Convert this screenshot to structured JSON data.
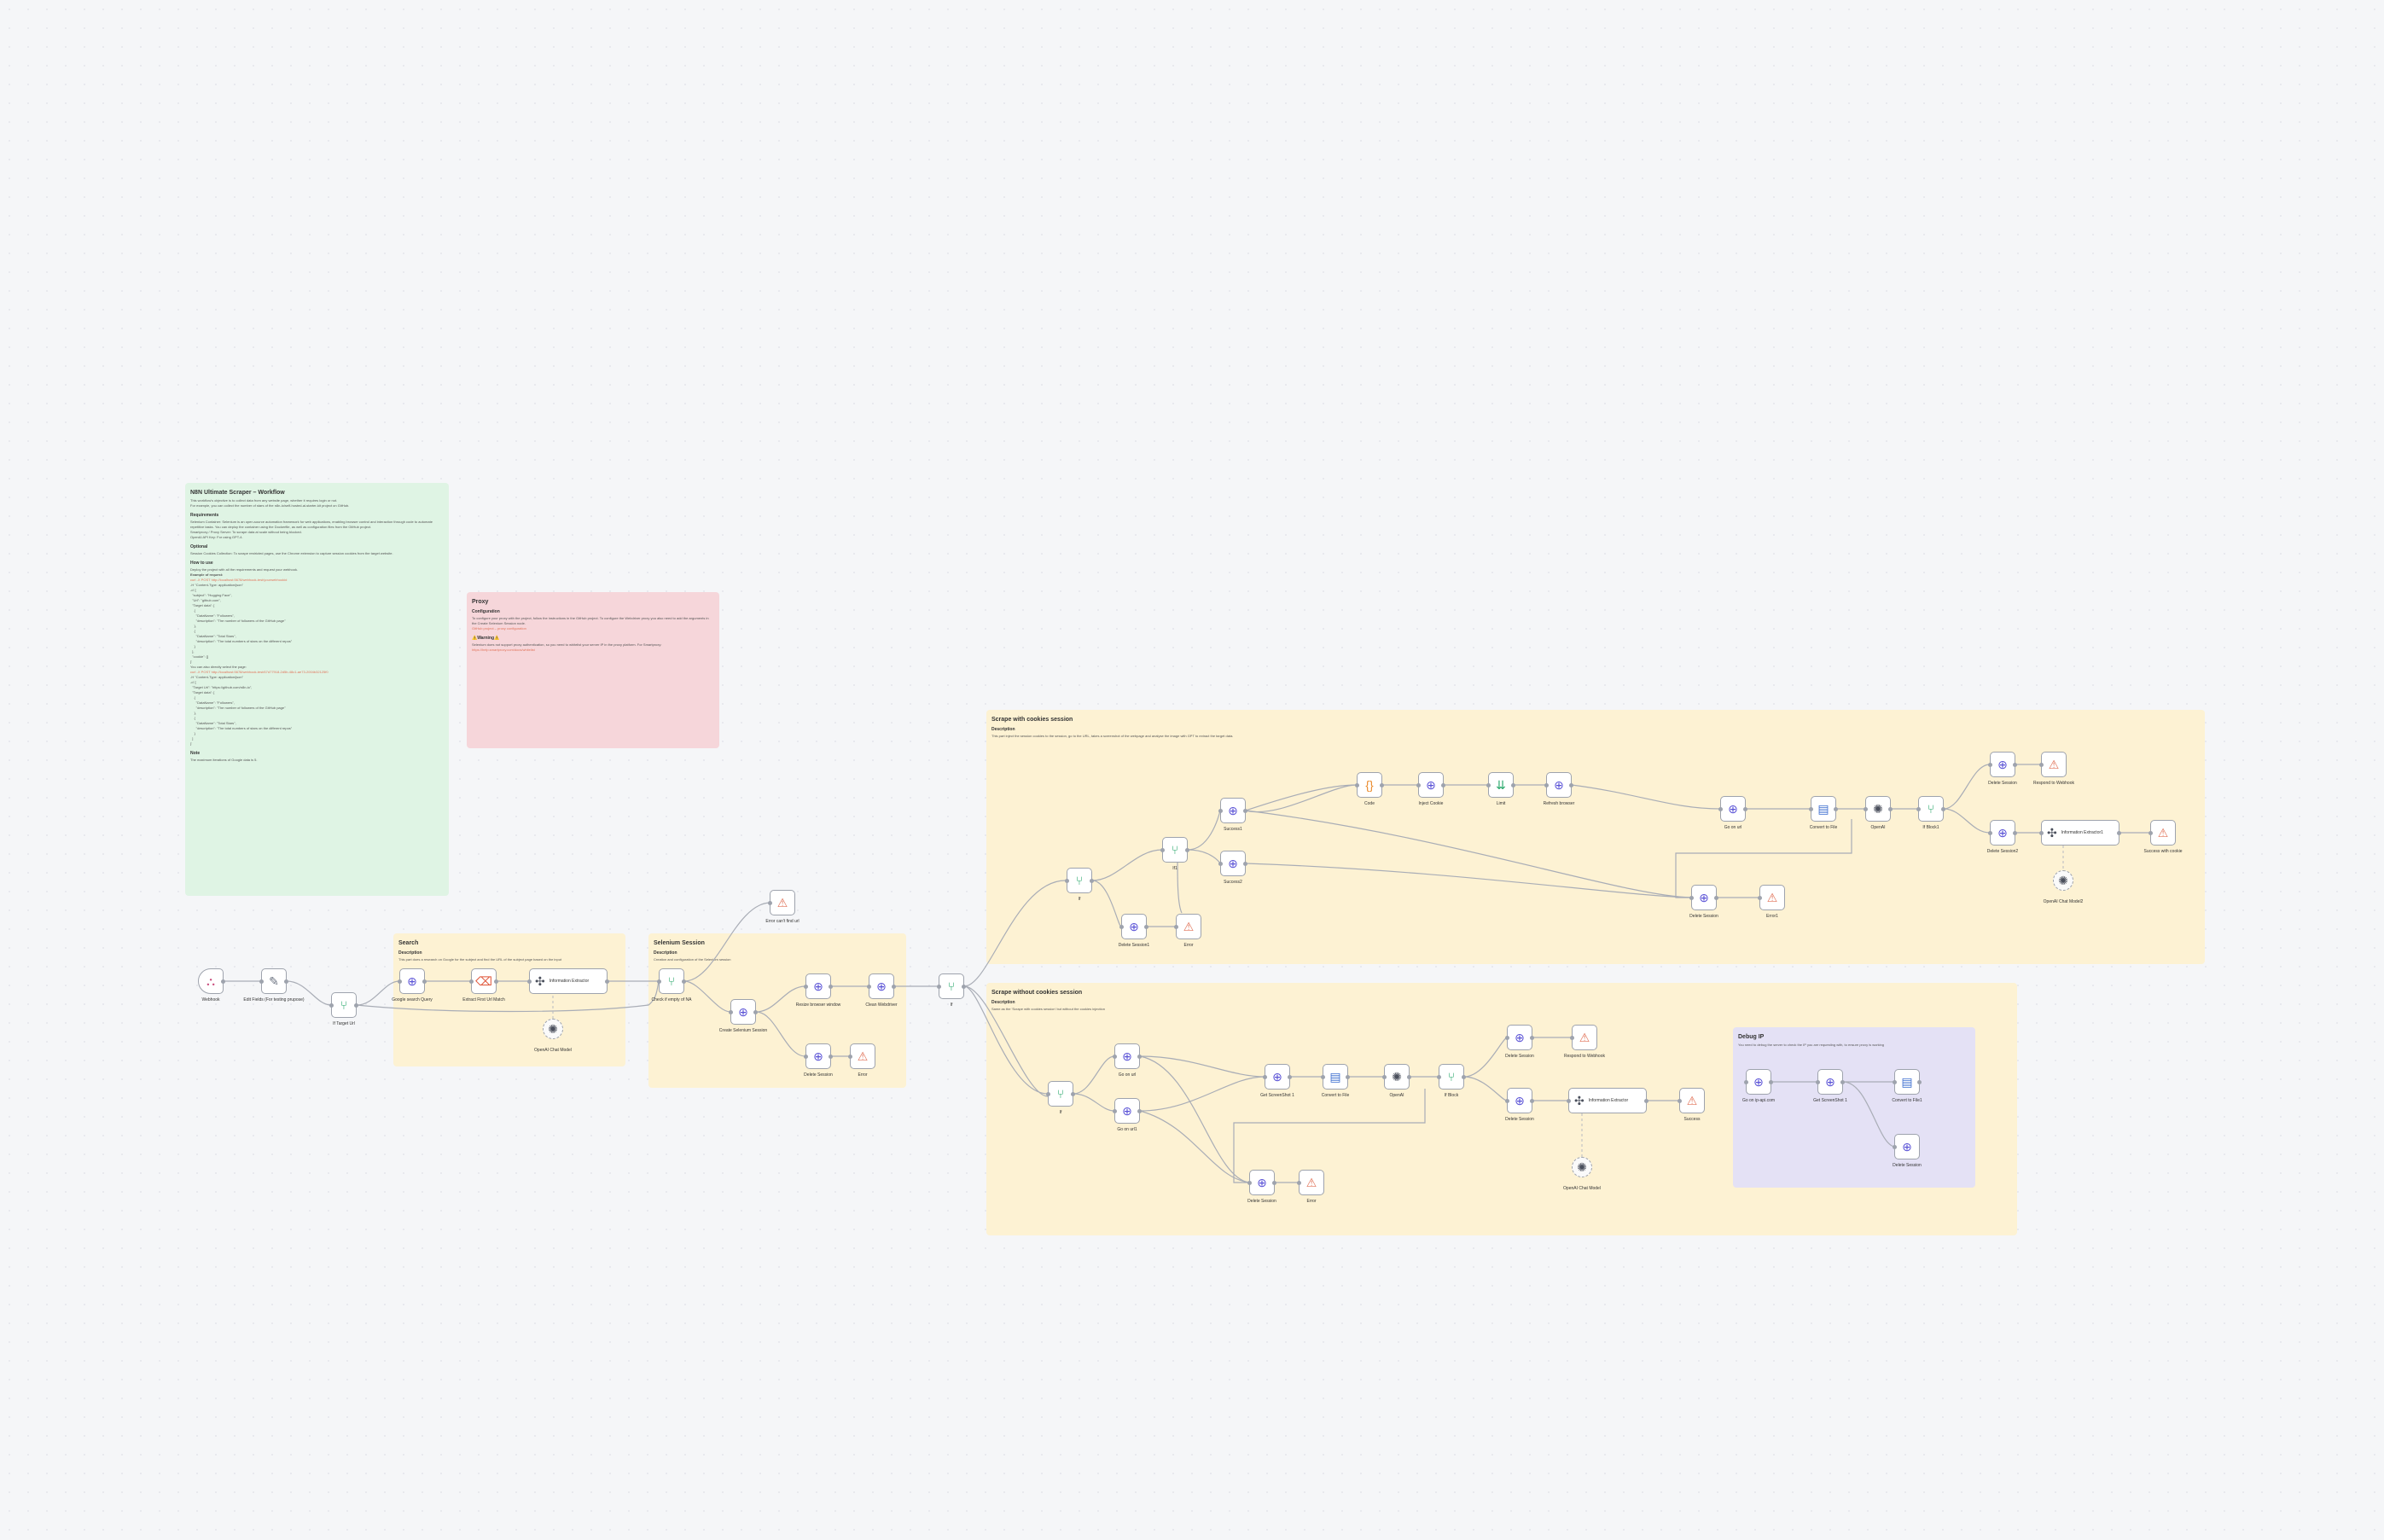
{
  "canvas": {
    "background": "#f5f6f8"
  },
  "stickies": {
    "main": {
      "title": "N8N Ultimate Scraper – Workflow",
      "intro1": "This workflow's objective is to collect data from any website page, whether it requires login or not.",
      "intro2": "For example, you can collect the number of stars of the n8n-io/self-hosted-ai-starter-kit project on GitHub.",
      "req_title": "Requirements",
      "req_text": "Selenium Container: Selenium is an open-source automation framework for web applications, enabling browser control and interaction through code to automate repetitive tasks. You can deploy the container using the Dockerfile, as well as configuration files from the GitHub project.\nSmartproxy / Proxy Server: To scrape data at scale without being blocked.\nOpenAI API Key: For using GPT-4.",
      "opt_title": "Optional",
      "opt_text": "Session Cookies Collection: To scrape restricted pages, use the Chrome extension to capture session cookies from the target website.",
      "how_title": "How to use",
      "how_text": "Deploy the project with all the requirements and request your webhook.",
      "example_label": "Example of request:",
      "example_link": "curl -X POST http://localhost:5678/webhook-test/yourwebhookid",
      "example_code": "-H \"Content-Type: application/json\"\n-d '{\n  \"subject\": \"Hugging Face\",\n  \"Url\": \"github.com\",\n  \"Target data\": [\n    {\n      \"DataName\": \"Followers\",\n      \"description\": \"The number of followers of the GitHub page\"\n    },\n    {\n      \"DataName\": \"Total Stars\",\n      \"description\": \"The total numbers of stars on the different repos\"\n    }\n  ],\n  \"cookie\": []\n}'",
      "example2_label": "You can also directly select the page:",
      "example2_link": "curl -X POST http://localhost:5678/webhook-test/67d77918-2d5b-48c1-ae73-2004b32125f0",
      "example2_code": "-H \"Content-Type: application/json\"\n-d '{\n  \"Target Url\": \"https://github.com/n8n-io\",\n  \"Target data\": [\n    {\n      \"DataName\": \"Followers\",\n      \"description\": \"The number of followers of the GitHub page\"\n    },\n    {\n      \"DataName\": \"Total Stars\",\n      \"description\": \"The total numbers of stars on the different repos\"\n    }\n  ]\n}'",
      "note_title": "Note",
      "note_text": "The maximum iterations of Google data is 5."
    },
    "proxy": {
      "title": "Proxy",
      "conf_title": "Configuration",
      "conf_text": "To configure your proxy with the project, follow the instructions in the GitHub project. To configure the Webdriver proxy you also need to add the arguments in the Create Selenium Session node.",
      "conf_link": "GitHub project – proxy configuration",
      "warn_title": "⚠️Warning⚠️",
      "warn_text": "Selenium does not support proxy authentication, so you need to whitelist your server IP in the proxy platform. For Smartproxy:",
      "warn_link": "https://help.smartproxy.com/docs/whitelist"
    },
    "search": {
      "title": "Search",
      "desc_title": "Description",
      "desc_text": "This part does a research on Google for the subject and find the URL of the subject page based on the input"
    },
    "selenium": {
      "title": "Selenium Session",
      "desc_title": "Description",
      "desc_text": "Creation and configuration of the Selenium session"
    },
    "cookies": {
      "title": "Scrape with cookies session",
      "desc_title": "Description",
      "desc_text": "This part inject the session cookies to the session, go to the URL, takes a screenshot of the webpage and analyse the image with GPT to extract the target data."
    },
    "nocookies": {
      "title": "Scrape without cookies session",
      "desc_title": "Description",
      "desc_text": "Same as the 'Scrape with cookies session' but without the cookies injection"
    },
    "debug": {
      "title": "Debug IP",
      "desc_text": "You need to debug the server to check the IP you are requesting with, to ensure proxy is working"
    }
  },
  "nodes": {
    "webhook": {
      "label": "Webhook",
      "icon": "webhook-icon"
    },
    "edit_fields": {
      "label": "Edit Fields (For testing prupose)",
      "icon": "pen-icon"
    },
    "if_target": {
      "label": "If Target Url",
      "icon": "branch-icon"
    },
    "google_search": {
      "label": "Google search Query",
      "icon": "globe-icon"
    },
    "extract_first": {
      "label": "Extract First Url Match",
      "icon": "html-icon"
    },
    "info_extractor": {
      "label": "Information Extractor",
      "icon": "nlp-icon"
    },
    "openai_model": {
      "label": "OpenAI Chat Model",
      "icon": "openai-icon"
    },
    "check_failed": {
      "label": "Check if empty of NA",
      "icon": "branch-icon"
    },
    "error_no_link": {
      "label": "Error can't find url",
      "icon": "merge-icon"
    },
    "create_session": {
      "label": "Create Selenium Session",
      "icon": "globe-icon"
    },
    "resize": {
      "label": "Resize browser window",
      "icon": "globe-icon"
    },
    "delete_session": {
      "label": "Delete Session",
      "icon": "globe-icon"
    },
    "error": {
      "label": "Error",
      "icon": "merge-icon"
    },
    "clean_webdriver": {
      "label": "Clean Webdriver",
      "icon": "globe-icon"
    },
    "if_cookie": {
      "label": "If",
      "icon": "branch-icon"
    },
    "c_if": {
      "label": "If",
      "icon": "branch-icon"
    },
    "c_if2": {
      "label": "If1",
      "icon": "branch-icon"
    },
    "c_success": {
      "label": "Success1",
      "icon": "globe-icon"
    },
    "c_success2": {
      "label": "Success2",
      "icon": "globe-icon"
    },
    "c_delete": {
      "label": "Delete Session1",
      "icon": "globe-icon"
    },
    "c_error": {
      "label": "Error",
      "icon": "merge-icon"
    },
    "c_code": {
      "label": "Code",
      "icon": "code-icon"
    },
    "c_inject": {
      "label": "Inject Cookie",
      "icon": "globe-icon"
    },
    "c_limit": {
      "label": "Limit",
      "icon": "limit-icon"
    },
    "c_refresh": {
      "label": "Refresh browser",
      "icon": "globe-icon"
    },
    "c_go": {
      "label": "Go on url",
      "icon": "globe-icon"
    },
    "c_screenshot": {
      "label": "Convert to File",
      "icon": "file-icon"
    },
    "c_openai": {
      "label": "OpenAI",
      "icon": "openai-icon"
    },
    "c_ifblock": {
      "label": "If Block1",
      "icon": "branch-icon"
    },
    "c_del_blocked": {
      "label": "Delete Session",
      "icon": "globe-icon"
    },
    "c_respond_blocked": {
      "label": "Respond to Webhook",
      "icon": "merge-icon"
    },
    "c_del2": {
      "label": "Delete Session2",
      "icon": "globe-icon"
    },
    "c_extractor": {
      "label": "Information Extractor1",
      "icon": "nlp-icon"
    },
    "c_success_final": {
      "label": "Success with cookie",
      "icon": "merge-icon"
    },
    "c_model": {
      "label": "OpenAI Chat Model2",
      "icon": "openai-icon"
    },
    "c_delete3": {
      "label": "Delete Session",
      "icon": "globe-icon"
    },
    "c_error2": {
      "label": "Error1",
      "icon": "merge-icon"
    },
    "n_if": {
      "label": "If",
      "icon": "branch-icon"
    },
    "n_go": {
      "label": "Go on url",
      "icon": "globe-icon"
    },
    "n_go2": {
      "label": "Go on url1",
      "icon": "globe-icon"
    },
    "n_screenshot": {
      "label": "Get ScreenShot 1",
      "icon": "globe-icon"
    },
    "n_convert": {
      "label": "Convert to File",
      "icon": "file-icon"
    },
    "n_openai": {
      "label": "OpenAI",
      "icon": "openai-icon"
    },
    "n_ifblock": {
      "label": "If Block",
      "icon": "branch-icon"
    },
    "n_del_blocked": {
      "label": "Delete Session",
      "icon": "globe-icon"
    },
    "n_respond": {
      "label": "Respond to Webhook",
      "icon": "merge-icon"
    },
    "n_del2": {
      "label": "Delete Session",
      "icon": "globe-icon"
    },
    "n_extractor": {
      "label": "Information Extractor",
      "icon": "nlp-icon"
    },
    "n_success": {
      "label": "Success",
      "icon": "merge-icon"
    },
    "n_model": {
      "label": "OpenAI Chat Model",
      "icon": "openai-icon"
    },
    "n_delete": {
      "label": "Delete Session",
      "icon": "globe-icon"
    },
    "n_error": {
      "label": "Error",
      "icon": "merge-icon"
    },
    "d_go": {
      "label": "Go on ip-api.com",
      "icon": "globe-icon"
    },
    "d_screenshot": {
      "label": "Get ScreenShot 1",
      "icon": "globe-icon"
    },
    "d_convert": {
      "label": "Convert to File1",
      "icon": "file-icon"
    },
    "d_delete": {
      "label": "Delete Session",
      "icon": "globe-icon"
    }
  }
}
